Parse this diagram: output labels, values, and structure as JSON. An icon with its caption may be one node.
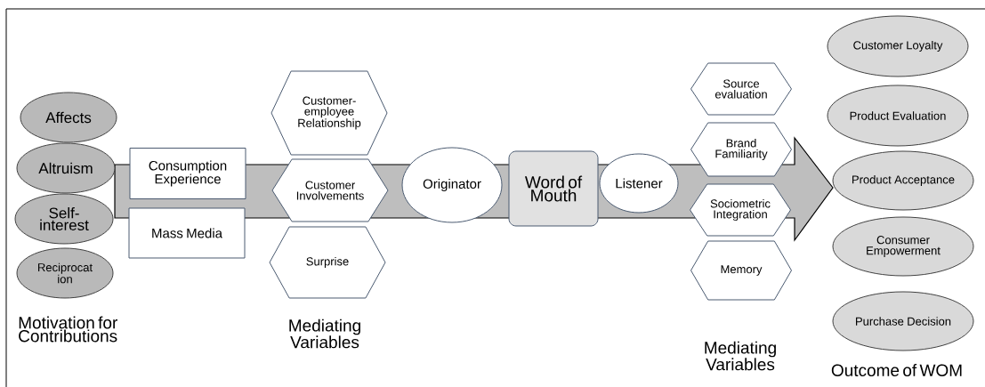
{
  "diagram": {
    "nodes": [
      {
        "text": [
          "Affects"
        ]
      },
      {
        "text": [
          "Altruism"
        ]
      },
      {
        "text": [
          "Self- interest"
        ]
      },
      {
        "text": [
          "Reciprocat ion"
        ]
      },
      {
        "text": [
          "Consumption Experience"
        ]
      },
      {
        "text": [
          "Mass Media"
        ]
      },
      {
        "text": [
          "Customer- employee Relationship"
        ]
      },
      {
        "text": [
          "Customer Involvements"
        ]
      },
      {
        "text": [
          "Surprise"
        ]
      },
      {
        "text": [
          "Originator"
        ]
      },
      {
        "text": [
          "Word of Mouth"
        ]
      },
      {
        "text": [
          "Listener"
        ]
      },
      {
        "text": [
          "Source evaluation"
        ]
      },
      {
        "text": [
          "Brand Familiarity"
        ]
      },
      {
        "text": [
          "Sociometric Integration"
        ]
      },
      {
        "text": [
          "Memory"
        ]
      },
      {
        "text": [
          "Customer Loyalty"
        ]
      },
      {
        "text": [
          "Product Evaluation"
        ]
      },
      {
        "text": [
          "Product Acceptance"
        ]
      },
      {
        "text": [
          "Consumer Empowerment"
        ]
      },
      {
        "text": [
          "Purchase Decision"
        ]
      }
    ],
    "labels": [
      "Motivation for Contributions",
      "Mediating Variables",
      "Mediating Variables",
      "Outcome of WOM"
    ]
  }
}
